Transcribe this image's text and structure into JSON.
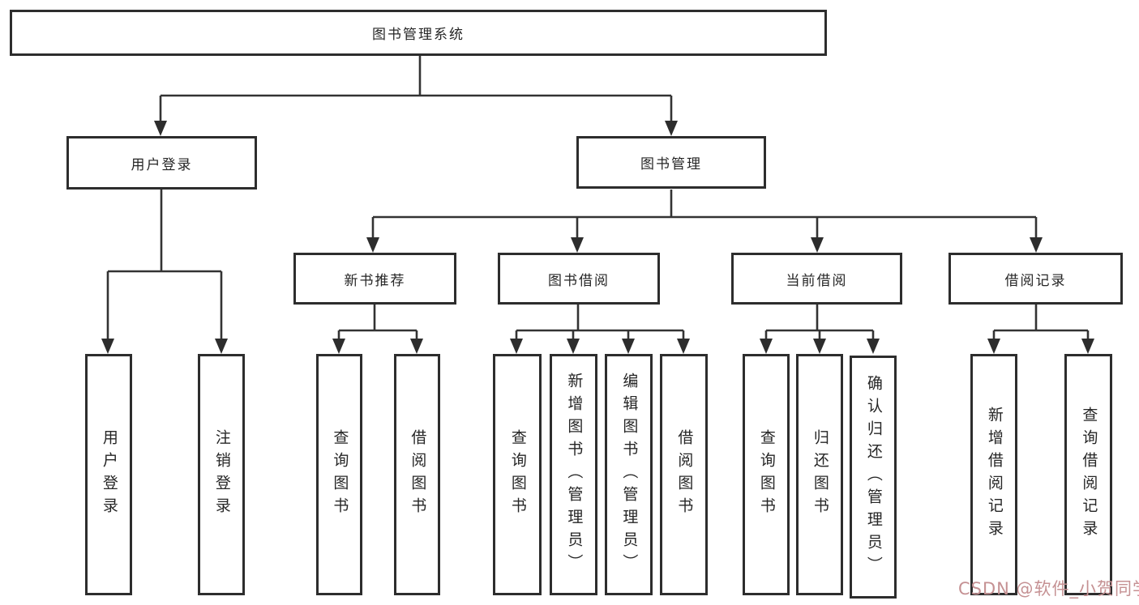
{
  "tree": {
    "root": {
      "label": "图书管理系统",
      "children": [
        {
          "label": "用户登录",
          "children": [
            {
              "label": "用户登录"
            },
            {
              "label": "注销登录"
            }
          ]
        },
        {
          "label": "图书管理",
          "children": [
            {
              "label": "新书推荐",
              "children": [
                {
                  "label": "查询图书"
                },
                {
                  "label": "借阅图书"
                }
              ]
            },
            {
              "label": "图书借阅",
              "children": [
                {
                  "label": "查询图书"
                },
                {
                  "label": "新增图书（管理员）"
                },
                {
                  "label": "编辑图书（管理员）"
                },
                {
                  "label": "借阅图书"
                }
              ]
            },
            {
              "label": "当前借阅",
              "children": [
                {
                  "label": "查询图书"
                },
                {
                  "label": "归还图书"
                },
                {
                  "label": "确认归还（管理员）"
                }
              ]
            },
            {
              "label": "借阅记录",
              "children": [
                {
                  "label": "新增借阅记录"
                },
                {
                  "label": "查询借阅记录"
                }
              ]
            }
          ]
        }
      ]
    }
  },
  "watermark": {
    "text": "CSDN @软件_小贺同学"
  },
  "colors": {
    "background": "#ffffff",
    "box_border": "#2d2d2d",
    "text": "#262626",
    "connector_line": "#333333",
    "watermark": "#c59193"
  }
}
